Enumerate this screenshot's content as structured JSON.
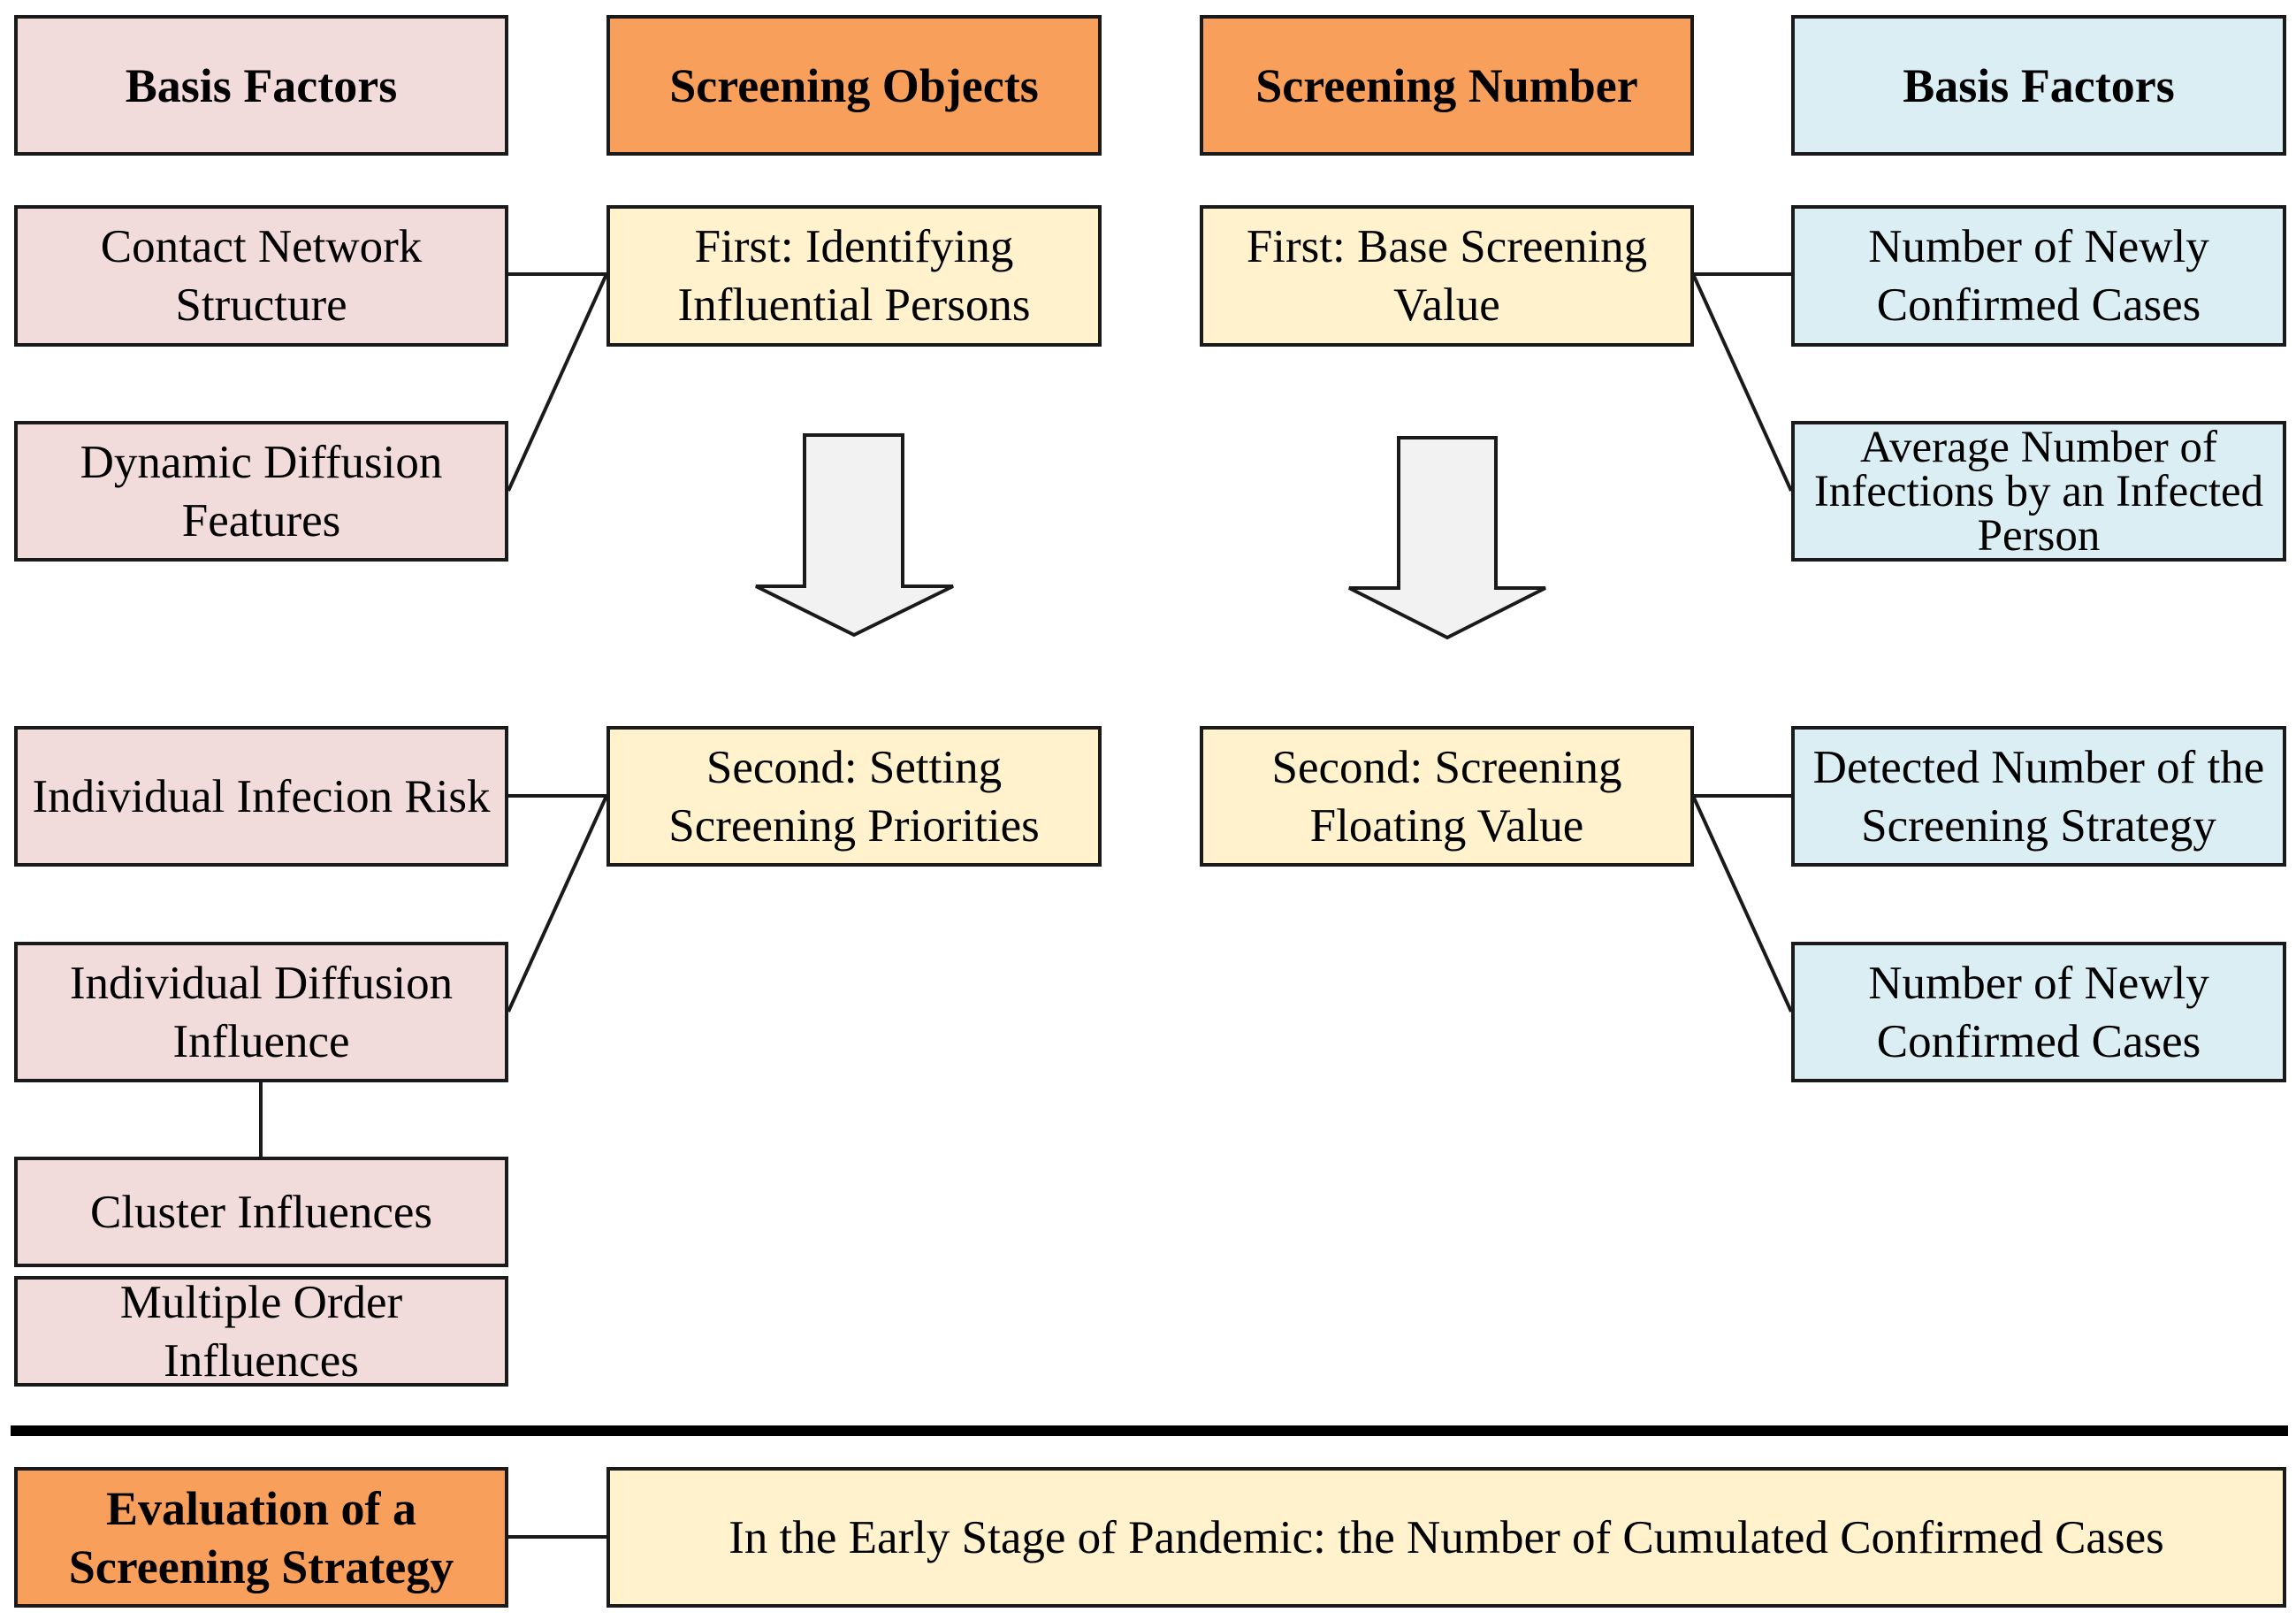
{
  "headers": {
    "left_basis": "Basis Factors",
    "screening_objects": "Screening Objects",
    "screening_number": "Screening Number",
    "right_basis": "Basis Factors"
  },
  "left_factors": {
    "contact_network": "Contact Network Structure",
    "dynamic_diffusion": "Dynamic Diffusion Features",
    "infection_risk": "Individual Infecion Risk",
    "diffusion_influence": "Individual Diffusion Influence",
    "cluster_influences": "Cluster Influences",
    "multiple_order": "Multiple Order Influences"
  },
  "objects_steps": {
    "first": "First: Identifying Influential Persons",
    "second": "Second: Setting Screening Priorities"
  },
  "number_steps": {
    "first": "First: Base Screening Value",
    "second": "Second: Screening Floating Value"
  },
  "right_factors": {
    "newly_confirmed_1": "Number of Newly Confirmed Cases",
    "avg_infections": "Average Number of Infections by an Infected Person",
    "detected_number": "Detected Number of the Screening Strategy",
    "newly_confirmed_2": "Number of Newly Confirmed Cases"
  },
  "evaluation": {
    "label": "Evaluation of a Screening Strategy",
    "criterion": "In the Early Stage of Pandemic: the Number of Cumulated Confirmed Cases"
  },
  "colors": {
    "pink": "#f2dcdb",
    "orange": "#f79f5b",
    "yellow": "#fff2cc",
    "blue": "#daeef3",
    "arrow_fill": "#f2f2f2",
    "stroke": "#1a1a1a"
  }
}
